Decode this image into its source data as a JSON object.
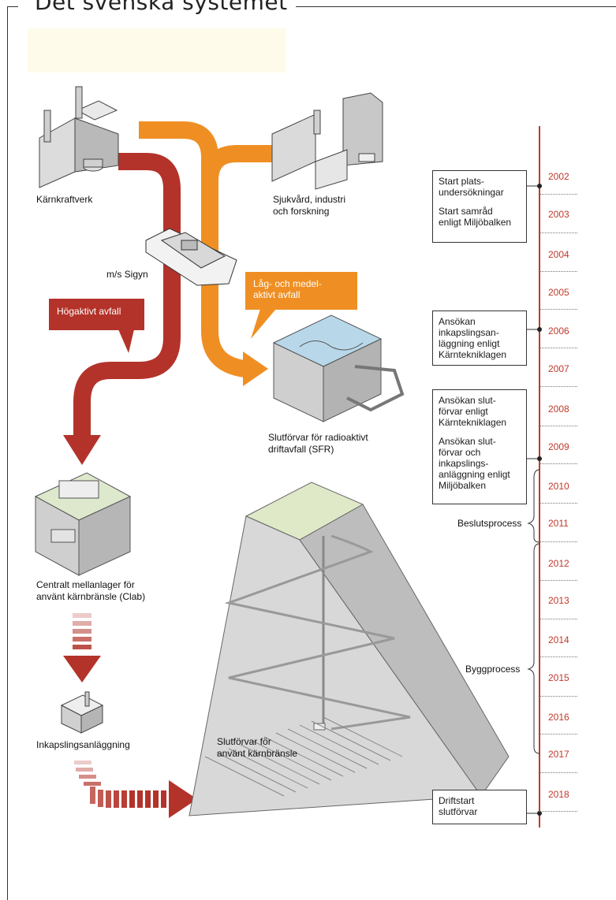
{
  "title": "Det svenska systemet",
  "facilities": {
    "karnkraftverk": "Kärnkraftverk",
    "sjukvard_line1": "Sjukvård, industri",
    "sjukvard_line2": "och forskning",
    "ship": "m/s Sigyn",
    "sfr_line1": "Slutförvar för radioaktivt",
    "sfr_line2": "driftavfall (SFR)",
    "clab_line1": "Centralt mellanlager för",
    "clab_line2": "använt kärnbränsle (Clab)",
    "inkapsling": "Inkapslingsanläggning",
    "slutforvar_line1": "Slutförvar för",
    "slutforvar_line2": "använt kärnbränsle"
  },
  "flows": {
    "hogaktivt": "Högaktivt avfall",
    "lag_line1": "Låg- och medel-",
    "lag_line2": "aktivt avfall"
  },
  "colors": {
    "red": "#b3332a",
    "orange": "#ef8f23",
    "timeline": "#c0392b"
  },
  "timeline": {
    "years": [
      "2002",
      "2003",
      "2004",
      "2005",
      "2006",
      "2007",
      "2008",
      "2009",
      "2010",
      "2011",
      "2012",
      "2013",
      "2014",
      "2015",
      "2016",
      "2017",
      "2018"
    ],
    "events": [
      {
        "lines": [
          "Start plats-",
          "undersökningar",
          "",
          "Start samråd",
          "enligt Miljöbalken"
        ]
      },
      {
        "lines": [
          "Ansökan",
          "inkapslingsan-",
          "läggning enligt",
          "Kärntekniklagen"
        ]
      },
      {
        "lines": [
          "Ansökan slut-",
          "förvar enligt",
          "Kärntekniklagen",
          "",
          "Ansökan slut-",
          "förvar och",
          "inkapslings-",
          "anläggning enligt",
          "Miljöbalken"
        ]
      },
      {
        "lines": [
          "Driftstart",
          "slutförvar"
        ]
      }
    ],
    "processes": {
      "beslut": "Beslutsprocess",
      "bygg": "Byggprocess"
    }
  }
}
